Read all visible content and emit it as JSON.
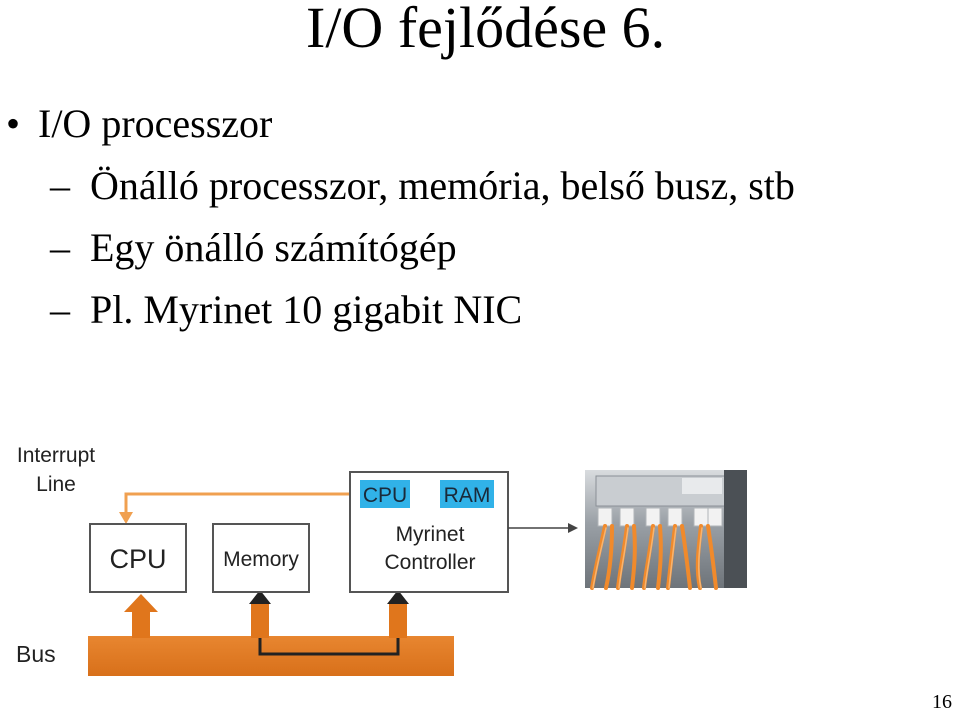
{
  "slide": {
    "title": "I/O fejlődése 6.",
    "bullet": "I/O processzor",
    "bullet_marker": "•",
    "dash_marker": "–",
    "subitems": [
      "Önálló processzor, memória, belső busz, stb",
      "Egy önálló számítógép",
      "Pl. Myrinet 10 gigabit NIC"
    ],
    "page_number": "16"
  },
  "diagram": {
    "interrupt_line": [
      "Interrupt",
      "Line"
    ],
    "cpu": "CPU",
    "memory": "Memory",
    "controller_cpu": "CPU",
    "controller_ram": "RAM",
    "controller": [
      "Myrinet",
      "Controller"
    ],
    "bus": "Bus",
    "colors": {
      "bus_orange": "#e0761c",
      "interrupt_orange": "#f0a050",
      "chip_blue": "#31b2e8",
      "box_border": "#555555"
    }
  }
}
